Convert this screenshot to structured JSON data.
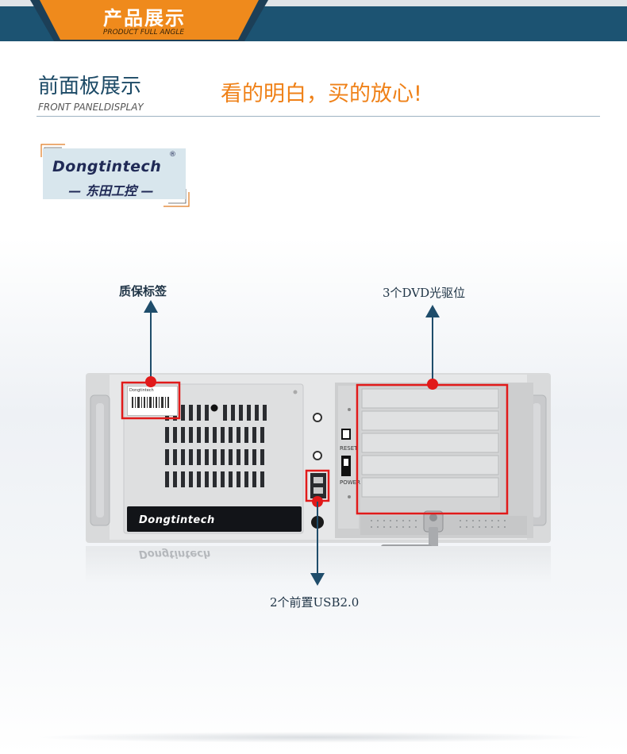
{
  "header": {
    "title": "产品展示",
    "subtitle": "PRODUCT FULL ANGLE",
    "colors": {
      "bar": "#1c5372",
      "tab": "#ef8a1c"
    }
  },
  "section": {
    "title": "前面板展示",
    "subtitle": "FRONT PANELDISPLAY",
    "slogan": "看的明白，买的放心!"
  },
  "logo": {
    "name": "Dongtintech",
    "registered": "®",
    "chinese": "— 东田工控 —"
  },
  "callouts": {
    "warranty": "质保标签",
    "dvd": "3个DVD光驱位",
    "usb": "2个前置USB2.0",
    "accent_color": "#e11a1a",
    "arrow_color": "#1f4d6b"
  },
  "chassis": {
    "front_brand": "Dongtintech",
    "reset_label": "RESET",
    "power_label": "POWER",
    "sticker_brand": "Dongtintech"
  }
}
